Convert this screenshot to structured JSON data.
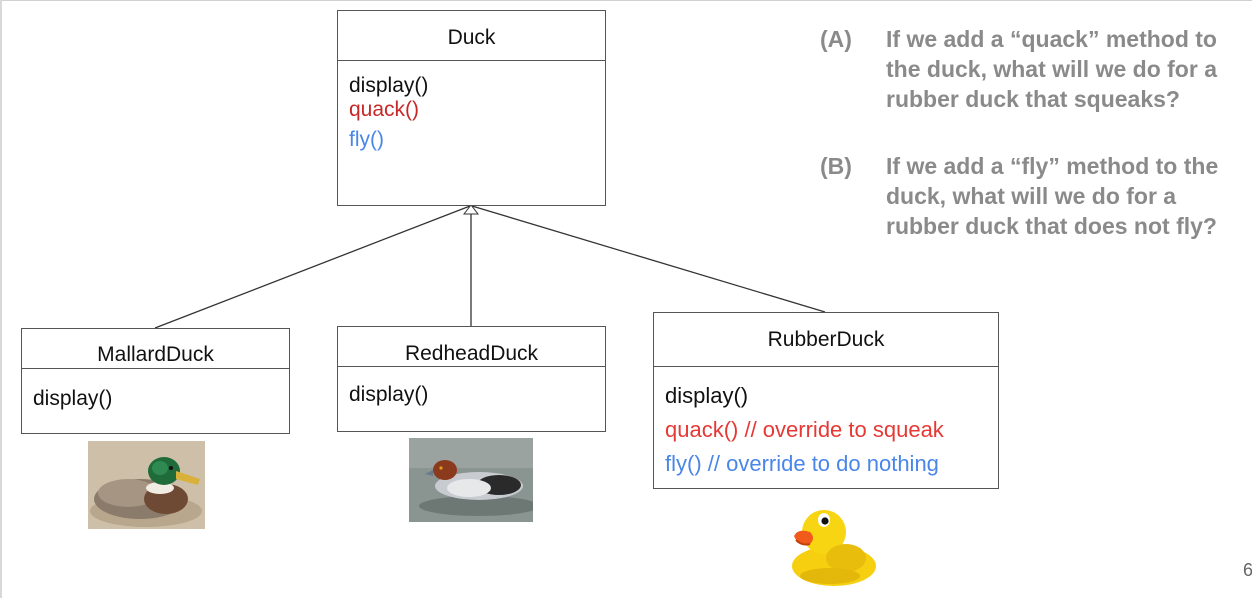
{
  "classes": {
    "duck": {
      "name": "Duck",
      "methods": [
        "display()",
        "quack()",
        "fly()"
      ]
    },
    "mallard": {
      "name": "MallardDuck",
      "methods": [
        "display()"
      ]
    },
    "redhead": {
      "name": "RedheadDuck",
      "methods": [
        "display()"
      ]
    },
    "rubber": {
      "name": "RubberDuck",
      "methods": [
        "display()",
        "quack() // override to squeak",
        "fly() // override to do nothing"
      ]
    }
  },
  "questions": [
    {
      "label": "(A)",
      "lines": [
        "If we add a “quack” method to",
        "the duck, what will we do for  a",
        "rubber duck that squeaks?"
      ]
    },
    {
      "label": "(B)",
      "lines": [
        "If we add a “fly” method to the",
        "duck, what will we do for a",
        "rubber duck that does not fly?"
      ]
    }
  ],
  "page_number": "6",
  "colors": {
    "quack": "#c62828",
    "fly": "#4a86e8",
    "question_text": "#8a8a8a"
  },
  "images": [
    "mallard-duck-photo",
    "redhead-duck-photo",
    "rubber-duck-illustration"
  ]
}
